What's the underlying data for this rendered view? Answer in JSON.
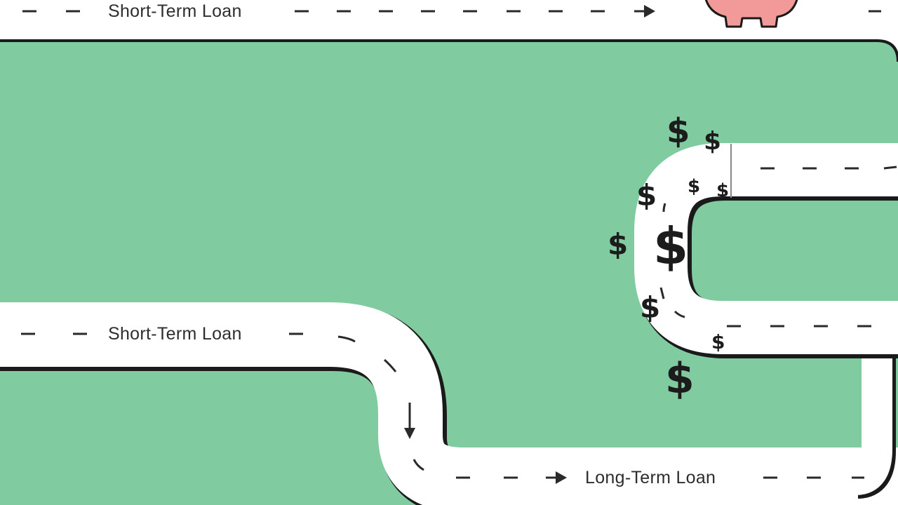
{
  "roads": {
    "top_label": "Short-Term Loan",
    "middle_label": "Short-Term Loan",
    "bottom_label": "Long-Term Loan"
  },
  "symbols": {
    "currency": "$"
  },
  "colors": {
    "field": "#80CB9F",
    "road": "#FFFFFF",
    "outline": "#1A1A1A",
    "piggy_bank": "#F29999"
  },
  "icons": [
    "piggy-bank-icon",
    "arrow-right-icon",
    "arrow-down-icon",
    "dollar-sign-icon"
  ]
}
